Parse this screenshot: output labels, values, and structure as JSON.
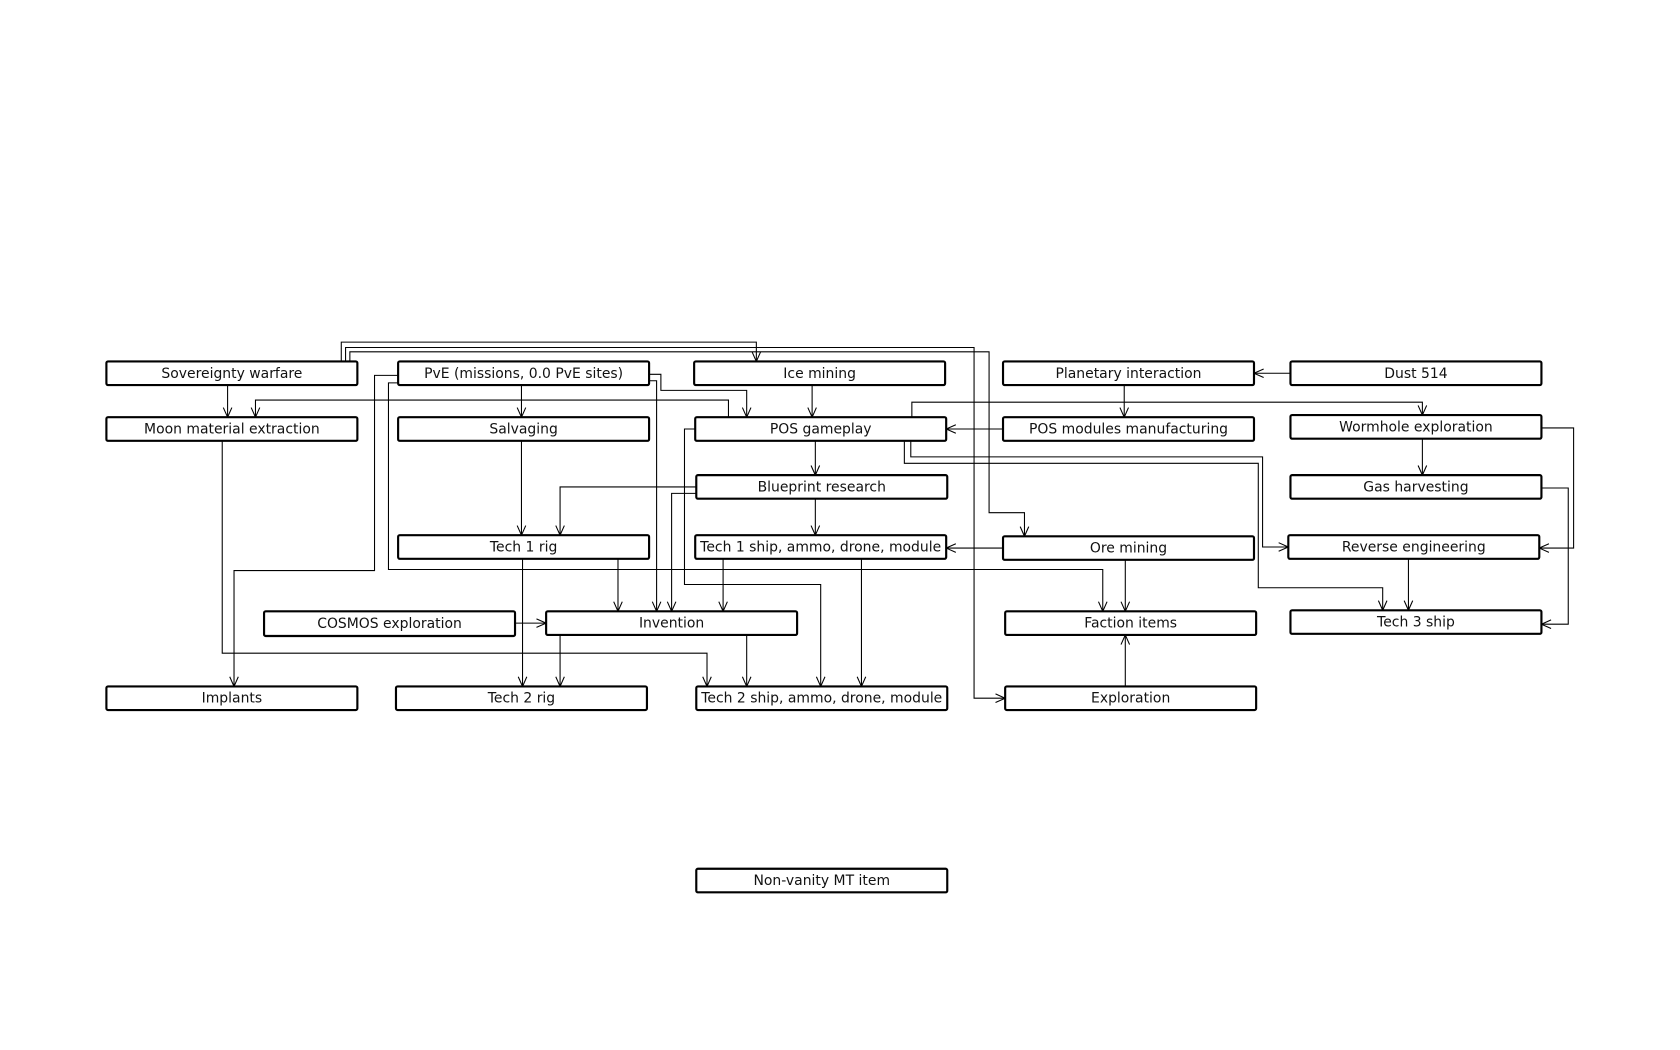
{
  "nodes": {
    "sov": "Sovereignty warfare",
    "pve": "PvE (missions, 0.0 PvE sites)",
    "ice": "Ice mining",
    "pi": "Planetary interaction",
    "dust": "Dust 514",
    "moon": "Moon material extraction",
    "salv": "Salvaging",
    "pos": "POS gameplay",
    "posmod": "POS modules manufacturing",
    "wh": "Wormhole exploration",
    "bp": "Blueprint research",
    "gas": "Gas harvesting",
    "t1rig": "Tech 1 rig",
    "t1ship": "Tech 1 ship, ammo, drone, module",
    "ore": "Ore mining",
    "re": "Reverse engineering",
    "cosmos": "COSMOS exploration",
    "inv": "Invention",
    "faction": "Faction items",
    "t3": "Tech 3 ship",
    "impl": "Implants",
    "t2rig": "Tech 2 rig",
    "t2ship": "Tech 2 ship, ammo, drone, module",
    "expl": "Exploration",
    "legend": "Non-vanity MT item"
  },
  "connections": [
    [
      "sov",
      "moon"
    ],
    [
      "sov",
      "ice"
    ],
    [
      "sov",
      "expl"
    ],
    [
      "sov",
      "ore"
    ],
    [
      "pos",
      "moon"
    ],
    [
      "pve",
      "salv"
    ],
    [
      "pve",
      "pos"
    ],
    [
      "pve",
      "inv"
    ],
    [
      "pve",
      "impl"
    ],
    [
      "pve",
      "faction"
    ],
    [
      "ice",
      "pos"
    ],
    [
      "pi",
      "posmod"
    ],
    [
      "dust",
      "pi"
    ],
    [
      "posmod",
      "pos"
    ],
    [
      "pos",
      "wh"
    ],
    [
      "pos",
      "re"
    ],
    [
      "pos",
      "t3"
    ],
    [
      "pos",
      "bp"
    ],
    [
      "pos",
      "t2ship"
    ],
    [
      "bp",
      "t1rig"
    ],
    [
      "bp",
      "inv"
    ],
    [
      "bp",
      "t1ship"
    ],
    [
      "ore",
      "t1ship"
    ],
    [
      "ore",
      "faction"
    ],
    [
      "expl",
      "faction"
    ],
    [
      "wh",
      "gas"
    ],
    [
      "wh",
      "re"
    ],
    [
      "gas",
      "t3"
    ],
    [
      "re",
      "t3"
    ],
    [
      "salv",
      "t1rig"
    ],
    [
      "t1rig",
      "t2rig"
    ],
    [
      "t1rig",
      "inv"
    ],
    [
      "moon",
      "t2ship"
    ],
    [
      "cosmos",
      "inv"
    ],
    [
      "inv",
      "t2rig"
    ],
    [
      "inv",
      "t2ship"
    ],
    [
      "t1ship",
      "inv"
    ],
    [
      "t1ship",
      "t2ship"
    ]
  ]
}
